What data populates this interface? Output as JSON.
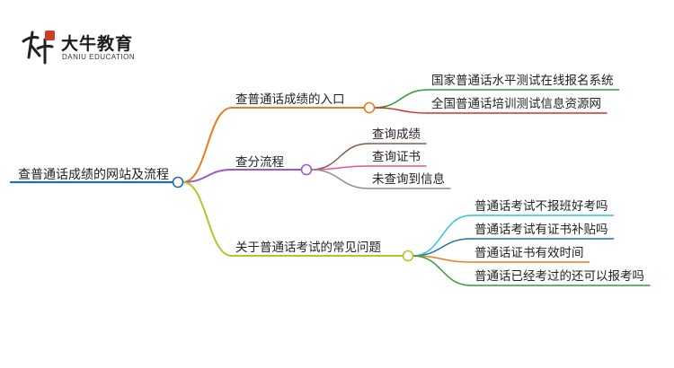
{
  "brand": {
    "name_cn": "大牛教育",
    "name_en": "DANIU EDUCATION",
    "seal_text": "大牛",
    "accent_red": "#d23a2a"
  },
  "mindmap": {
    "root": {
      "label": "查普通话成绩的网站及流程",
      "color": "#1f6fb2"
    },
    "branches": [
      {
        "label": "查普通话成绩的入口",
        "color": "#f07a1a",
        "children": [
          {
            "label": "国家普通话水平测试在线报名系统",
            "color": "#2e9e3a"
          },
          {
            "label": "全国普通话培训测试信息资源网",
            "color": "#d0302a"
          }
        ]
      },
      {
        "label": "查分流程",
        "color": "#9b59c8",
        "children": [
          {
            "label": "查询成绩",
            "color": "#8a5a44"
          },
          {
            "label": "查询证书",
            "color": "#e0559a"
          },
          {
            "label": "未查询到信息",
            "color": "#8c8c8c"
          }
        ]
      },
      {
        "label": "关于普通话考试的常见问题",
        "color": "#b8c22a",
        "children": [
          {
            "label": "普通话考试不报班好考吗",
            "color": "#2ec4d8"
          },
          {
            "label": "普通话考试有证书补贴吗",
            "color": "#1f6fb2"
          },
          {
            "label": "普通话证书有效时间",
            "color": "#f07a1a"
          },
          {
            "label": "普通话已经考过的还可以报考吗",
            "color": "#2e9e3a"
          }
        ]
      }
    ]
  }
}
